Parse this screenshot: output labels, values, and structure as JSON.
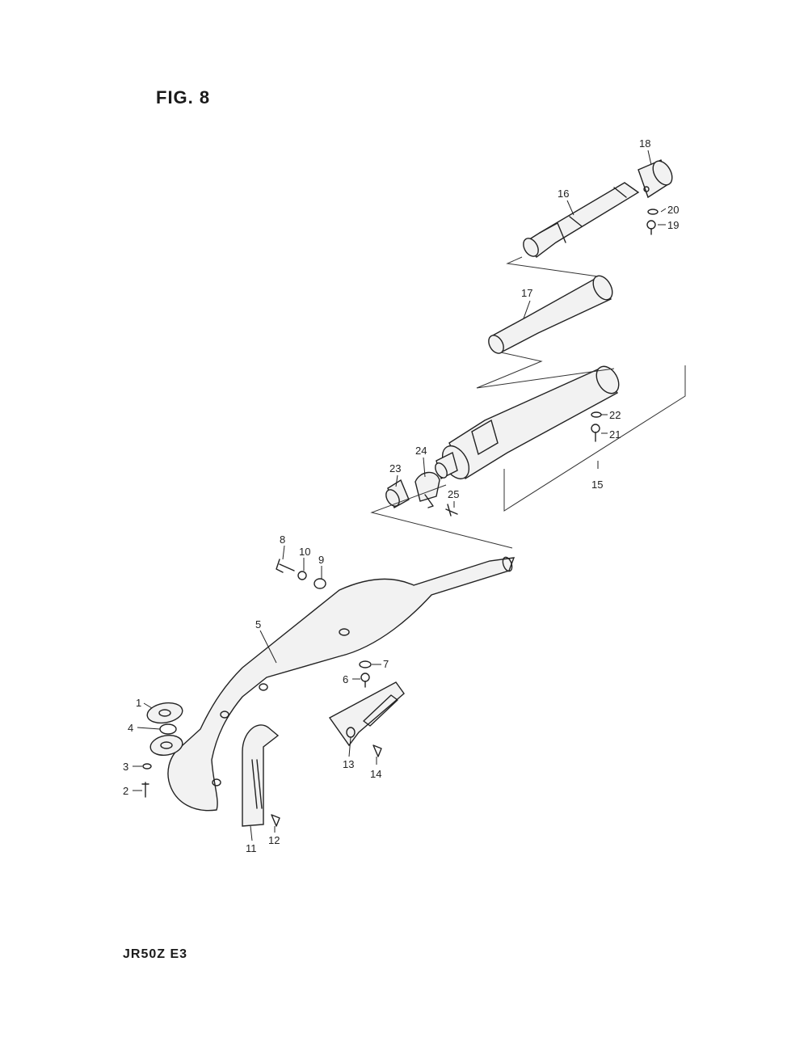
{
  "figure_label": "FIG. 8",
  "model_code": "JR50Z E3",
  "callouts": {
    "c1": "1",
    "c2": "2",
    "c3": "3",
    "c4": "4",
    "c5": "5",
    "c6a": "6",
    "c6b": "6",
    "c7": "7",
    "c9": "9",
    "c10": "10",
    "c11": "11",
    "c12": "12",
    "c13": "13",
    "c14": "14",
    "c15": "15",
    "c16": "16",
    "c17": "17",
    "c18": "18",
    "c19": "19",
    "c20": "20",
    "c21": "21",
    "c22": "22",
    "c23": "23",
    "c24": "24",
    "c25": "25"
  }
}
